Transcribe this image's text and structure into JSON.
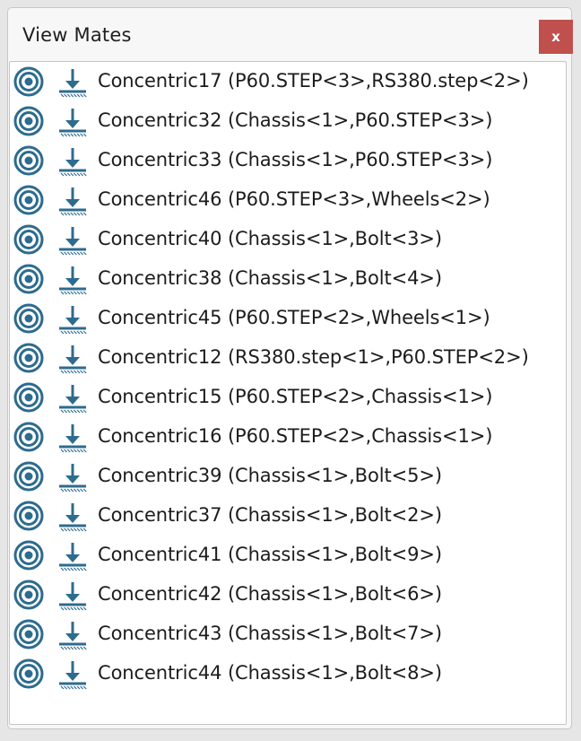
{
  "window": {
    "title": "View Mates",
    "close_label": "x",
    "close_color": "#c0504d"
  },
  "icons": {
    "mate": "concentric-mate-icon",
    "fixed": "fixed-ground-icon",
    "icon_color": "#2d6b8f"
  },
  "mates": [
    {
      "label": "Concentric17 (P60.STEP<3>,RS380.step<2>)"
    },
    {
      "label": "Concentric32 (Chassis<1>,P60.STEP<3>)"
    },
    {
      "label": "Concentric33 (Chassis<1>,P60.STEP<3>)"
    },
    {
      "label": "Concentric46 (P60.STEP<3>,Wheels<2>)"
    },
    {
      "label": "Concentric40 (Chassis<1>,Bolt<3>)"
    },
    {
      "label": "Concentric38 (Chassis<1>,Bolt<4>)"
    },
    {
      "label": "Concentric45 (P60.STEP<2>,Wheels<1>)"
    },
    {
      "label": "Concentric12 (RS380.step<1>,P60.STEP<2>)"
    },
    {
      "label": "Concentric15 (P60.STEP<2>,Chassis<1>)"
    },
    {
      "label": "Concentric16 (P60.STEP<2>,Chassis<1>)"
    },
    {
      "label": "Concentric39 (Chassis<1>,Bolt<5>)"
    },
    {
      "label": "Concentric37 (Chassis<1>,Bolt<2>)"
    },
    {
      "label": "Concentric41 (Chassis<1>,Bolt<9>)"
    },
    {
      "label": "Concentric42 (Chassis<1>,Bolt<6>)"
    },
    {
      "label": "Concentric43 (Chassis<1>,Bolt<7>)"
    },
    {
      "label": "Concentric44 (Chassis<1>,Bolt<8>)"
    }
  ]
}
